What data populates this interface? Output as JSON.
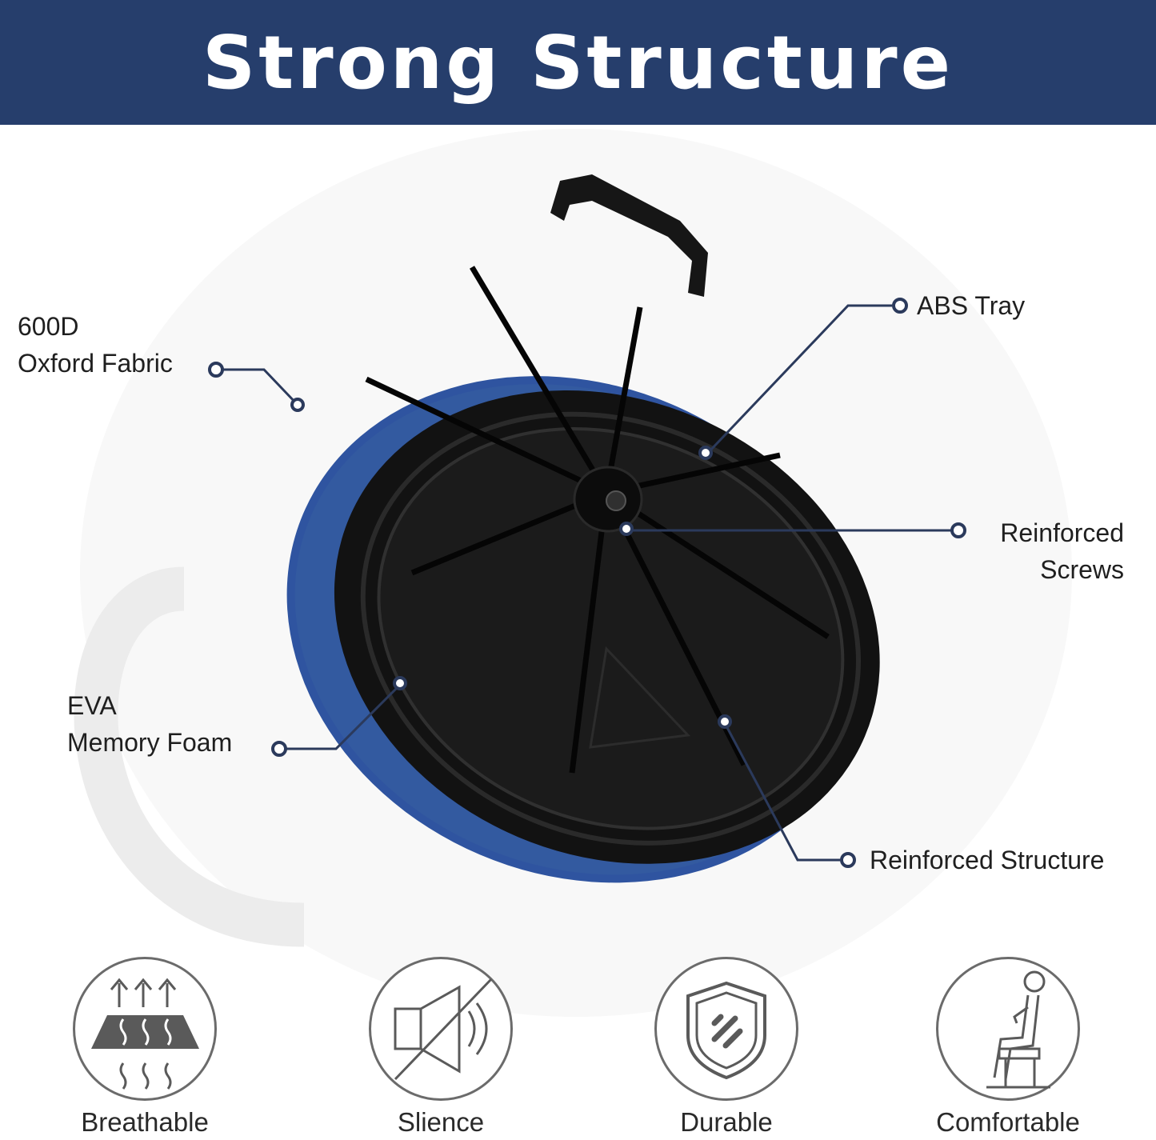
{
  "header": {
    "title": "Strong Structure"
  },
  "callouts": {
    "fabric": {
      "line1": "600D",
      "line2": "Oxford Fabric"
    },
    "abs": {
      "label": "ABS Tray"
    },
    "screws": {
      "line1": "Reinforced",
      "line2": "Screws"
    },
    "foam": {
      "line1": "EVA",
      "line2": "Memory Foam"
    },
    "structure": {
      "label": "Reinforced Structure"
    }
  },
  "features": [
    {
      "label": "Breathable",
      "icon": "breathable-icon"
    },
    {
      "label": "Slience",
      "icon": "mute-icon"
    },
    {
      "label": "Durable",
      "icon": "shield-icon"
    },
    {
      "label": "Comfortable",
      "icon": "seated-person-icon"
    }
  ],
  "colors": {
    "header": "#263e6c",
    "callout_line": "#2b3a5c",
    "tray": "#141414",
    "fabric": "#2f54a0"
  }
}
